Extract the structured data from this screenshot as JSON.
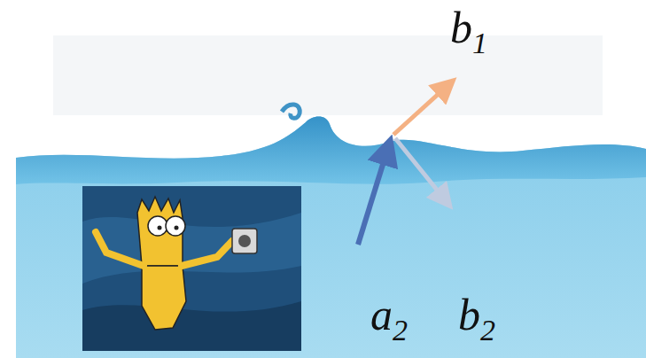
{
  "diagram": {
    "labels": [
      "b1",
      "a2",
      "b2"
    ]
  }
}
